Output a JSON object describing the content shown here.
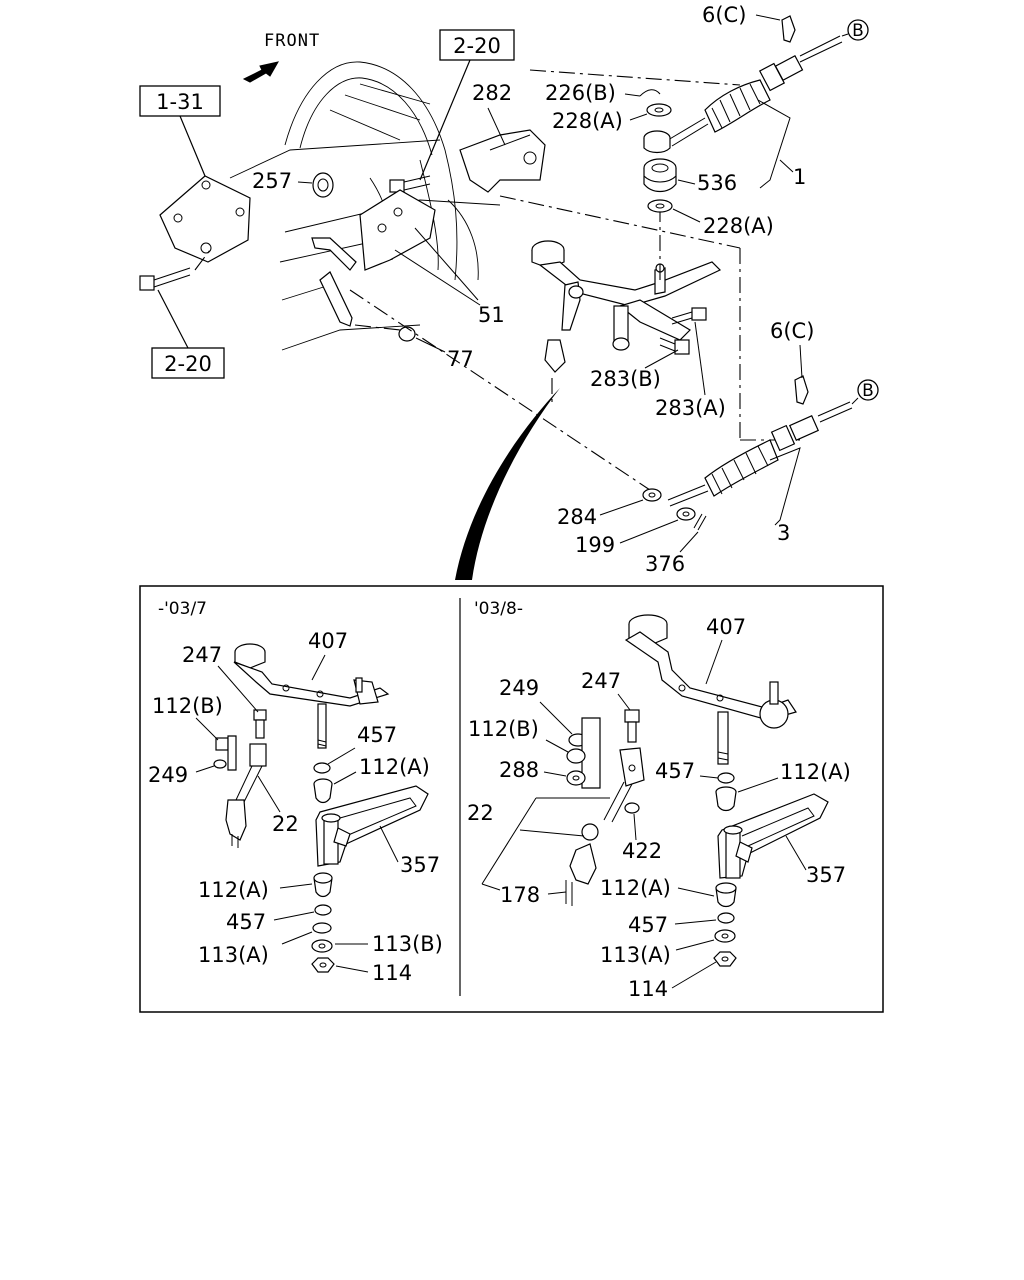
{
  "front_label": "FRONT",
  "ref_boxes": {
    "r131": "1-31",
    "r220_top": "2-20",
    "r220_left": "2-20"
  },
  "cable_end_symbol": "B",
  "main_labels": {
    "l6c_top": "6(C)",
    "l282": "282",
    "l226b": "226(B)",
    "l228a_1": "228(A)",
    "l536": "536",
    "l1": "1",
    "l228a_2": "228(A)",
    "l257": "257",
    "l51": "51",
    "l77": "77",
    "l6c_mid": "6(C)",
    "l283b": "283(B)",
    "l283a": "283(A)",
    "l3": "3",
    "l284": "284",
    "l199": "199",
    "l376": "376"
  },
  "inset": {
    "left_header": "-'03/7",
    "right_header": "'03/8-",
    "left_labels": {
      "l407": "407",
      "l247": "247",
      "l112b": "112(B)",
      "l457a": "457",
      "l112a_a": "112(A)",
      "l249": "249",
      "l22": "22",
      "l357": "357",
      "l112a_b": "112(A)",
      "l457b": "457",
      "l113a": "113(A)",
      "l113b": "113(B)",
      "l114": "114"
    },
    "right_labels": {
      "l407": "407",
      "l249": "249",
      "l247": "247",
      "l112b": "112(B)",
      "l288": "288",
      "l457a": "457",
      "l112a_a": "112(A)",
      "l22": "22",
      "l422": "422",
      "l357": "357",
      "l178": "178",
      "l112a_b": "112(A)",
      "l457b": "457",
      "l113a": "113(A)",
      "l114": "114"
    }
  },
  "icons": [
    "front-arrow-icon",
    "cable-end-b-icon"
  ]
}
